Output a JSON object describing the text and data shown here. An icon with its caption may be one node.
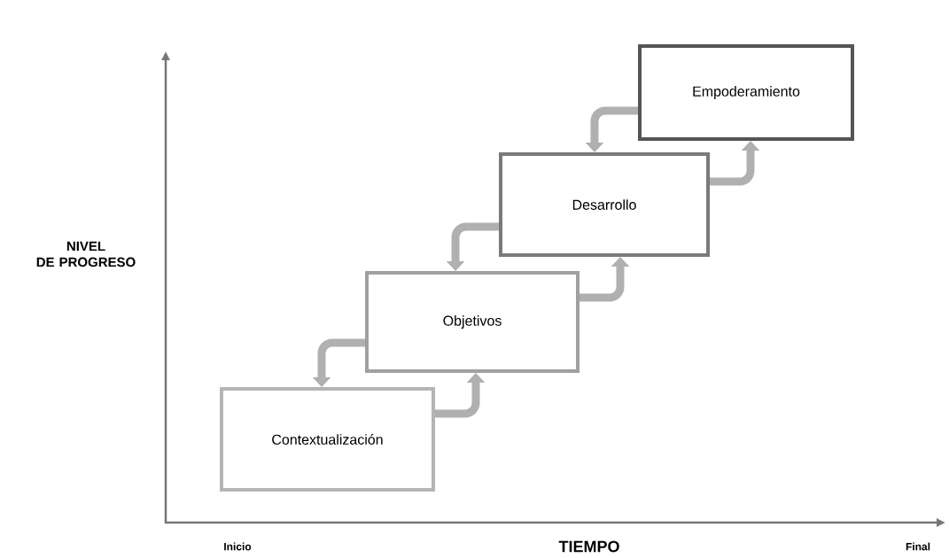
{
  "diagram": {
    "nodes": [
      {
        "text": [
          "Contextualización"
        ]
      },
      {
        "text": [
          "Objetivos"
        ]
      },
      {
        "text": [
          "Desarrollo"
        ]
      },
      {
        "text": [
          "Empoderamiento"
        ]
      }
    ],
    "edges": [
      {
        "from": 0,
        "to": 1,
        "arrow": "to"
      },
      {
        "from": 1,
        "to": 0,
        "arrow": "to"
      },
      {
        "from": 1,
        "to": 2,
        "arrow": "to"
      },
      {
        "from": 2,
        "to": 1,
        "arrow": "to"
      },
      {
        "from": 2,
        "to": 3,
        "arrow": "to"
      },
      {
        "from": 3,
        "to": 2,
        "arrow": "to"
      }
    ],
    "labels": [
      "NIVEL DE PROGRESO",
      "Inicio",
      "TIEMPO",
      "Final"
    ]
  }
}
